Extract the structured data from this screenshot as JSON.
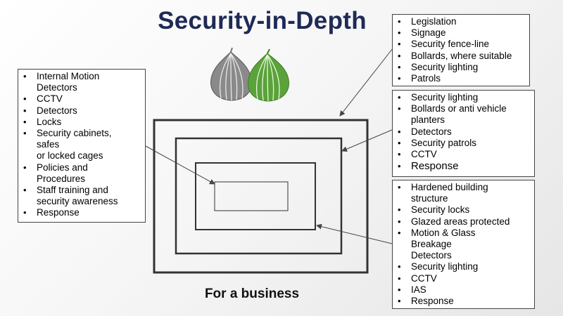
{
  "title": "Security-in-Depth",
  "caption": "For a business",
  "colors": {
    "title": "#1f2a56",
    "onion_grey": "#8a8a8a",
    "onion_green": "#5aa23a",
    "rect_stroke": "#333333"
  },
  "boxes": {
    "left": {
      "items": [
        "Internal Motion\nDetectors",
        "CCTV",
        "Detectors",
        "Locks",
        "Security cabinets,\nsafes\nor locked cages",
        "Policies and\nProcedures",
        "Staff training and\nsecurity awareness",
        "Response"
      ]
    },
    "top_right_1": {
      "items": [
        "Legislation",
        "Signage",
        "Security fence-line",
        "Bollards, where suitable",
        "Security lighting",
        "Patrols"
      ]
    },
    "top_right_2": {
      "items": [
        "Security lighting",
        "Bollards or anti vehicle\nplanters",
        "Detectors",
        "Security patrols",
        "CCTV",
        "Response"
      ]
    },
    "bottom_right": {
      "items": [
        "Hardened building\nstructure",
        "Security locks",
        "Glazed areas protected",
        "Motion & Glass\nBreakage\nDetectors",
        "Security lighting",
        "CCTV",
        "IAS",
        "Response"
      ]
    }
  }
}
